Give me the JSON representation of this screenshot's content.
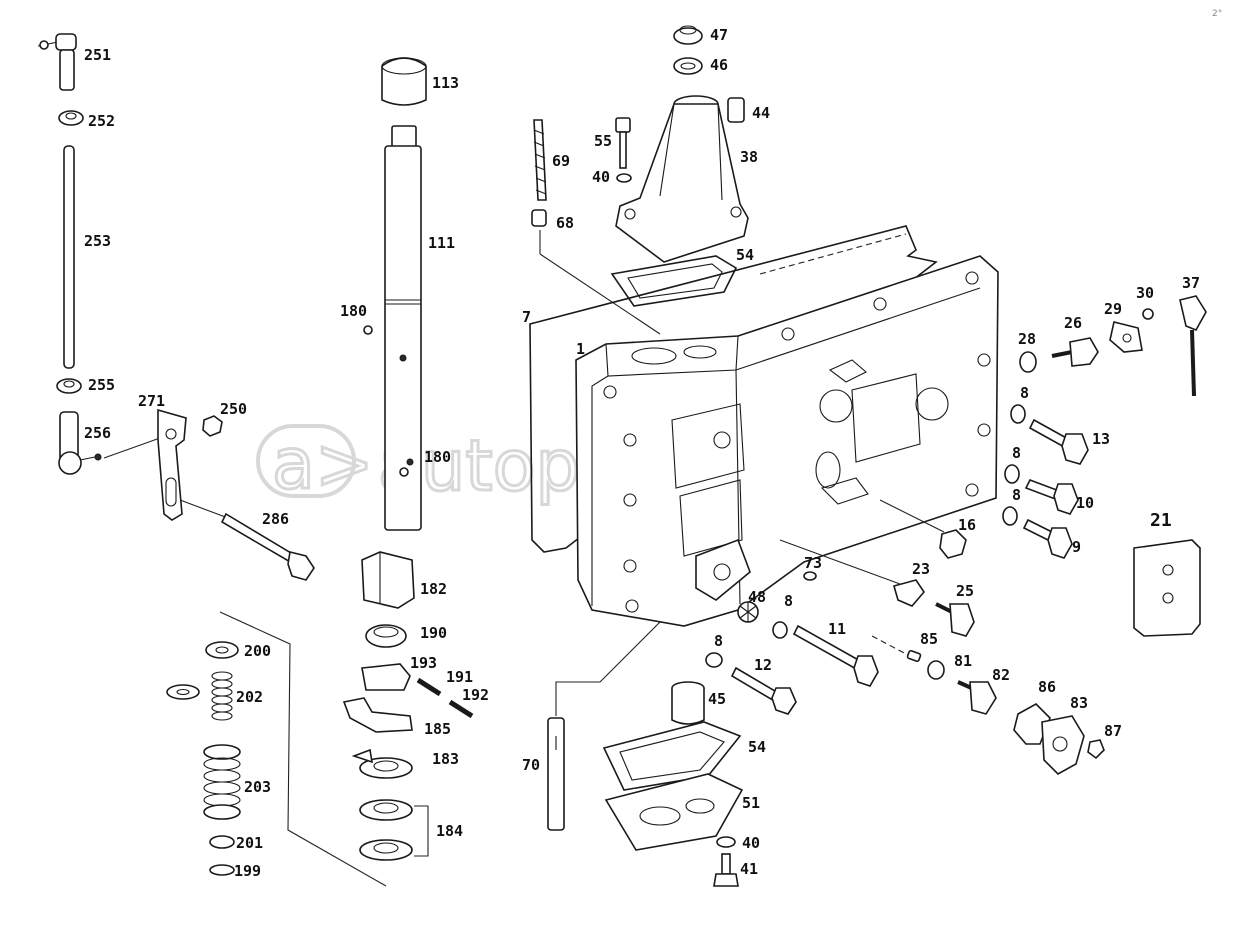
{
  "watermark": {
    "text": "autopiter.ru",
    "logo_glyph": "a>"
  },
  "corner_mark": "2°",
  "labels": [
    {
      "id": "p251",
      "text": "251"
    },
    {
      "id": "p252",
      "text": "252"
    },
    {
      "id": "p253",
      "text": "253"
    },
    {
      "id": "p255",
      "text": "255"
    },
    {
      "id": "p256",
      "text": "256"
    },
    {
      "id": "p271",
      "text": "271"
    },
    {
      "id": "p250",
      "text": "250"
    },
    {
      "id": "p286",
      "text": "286"
    },
    {
      "id": "p113",
      "text": "113"
    },
    {
      "id": "p111",
      "text": "111"
    },
    {
      "id": "p180a",
      "text": "180"
    },
    {
      "id": "p180b",
      "text": "180"
    },
    {
      "id": "p182",
      "text": "182"
    },
    {
      "id": "p190",
      "text": "190"
    },
    {
      "id": "p193",
      "text": "193"
    },
    {
      "id": "p191",
      "text": "191"
    },
    {
      "id": "p192",
      "text": "192"
    },
    {
      "id": "p185",
      "text": "185"
    },
    {
      "id": "p183",
      "text": "183"
    },
    {
      "id": "p184",
      "text": "184"
    },
    {
      "id": "p200",
      "text": "200"
    },
    {
      "id": "p202",
      "text": "202"
    },
    {
      "id": "p203",
      "text": "203"
    },
    {
      "id": "p201",
      "text": "201"
    },
    {
      "id": "p199",
      "text": "199"
    },
    {
      "id": "p47",
      "text": "47"
    },
    {
      "id": "p46",
      "text": "46"
    },
    {
      "id": "p44",
      "text": "44"
    },
    {
      "id": "p55",
      "text": "55"
    },
    {
      "id": "p40a",
      "text": "40"
    },
    {
      "id": "p38",
      "text": "38"
    },
    {
      "id": "p69",
      "text": "69"
    },
    {
      "id": "p68",
      "text": "68"
    },
    {
      "id": "p54a",
      "text": "54"
    },
    {
      "id": "p7",
      "text": "7"
    },
    {
      "id": "p1",
      "text": "1"
    },
    {
      "id": "p28",
      "text": "28"
    },
    {
      "id": "p26",
      "text": "26"
    },
    {
      "id": "p29",
      "text": "29"
    },
    {
      "id": "p30",
      "text": "30"
    },
    {
      "id": "p37",
      "text": "37"
    },
    {
      "id": "p8a",
      "text": "8"
    },
    {
      "id": "p13",
      "text": "13"
    },
    {
      "id": "p8b",
      "text": "8"
    },
    {
      "id": "p8c",
      "text": "8"
    },
    {
      "id": "p10",
      "text": "10"
    },
    {
      "id": "p9",
      "text": "9"
    },
    {
      "id": "p16",
      "text": "16"
    },
    {
      "id": "p21",
      "text": "21"
    },
    {
      "id": "p73",
      "text": "73"
    },
    {
      "id": "p23",
      "text": "23"
    },
    {
      "id": "p25",
      "text": "25"
    },
    {
      "id": "p48",
      "text": "48"
    },
    {
      "id": "p8d",
      "text": "8"
    },
    {
      "id": "p11",
      "text": "11"
    },
    {
      "id": "p85",
      "text": "85"
    },
    {
      "id": "p81",
      "text": "81"
    },
    {
      "id": "p82",
      "text": "82"
    },
    {
      "id": "p86",
      "text": "86"
    },
    {
      "id": "p83",
      "text": "83"
    },
    {
      "id": "p87",
      "text": "87"
    },
    {
      "id": "p8e",
      "text": "8"
    },
    {
      "id": "p12",
      "text": "12"
    },
    {
      "id": "p45",
      "text": "45"
    },
    {
      "id": "p54b",
      "text": "54"
    },
    {
      "id": "p51",
      "text": "51"
    },
    {
      "id": "p40b",
      "text": "40"
    },
    {
      "id": "p41",
      "text": "41"
    },
    {
      "id": "p70",
      "text": "70"
    }
  ]
}
